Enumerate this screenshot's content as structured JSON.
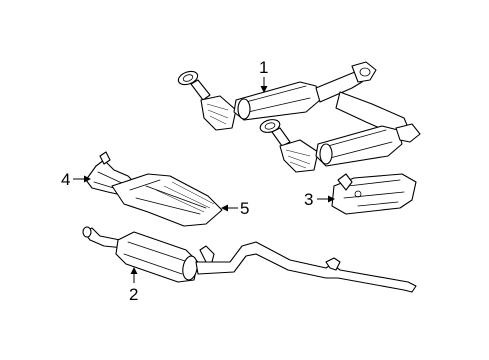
{
  "callouts": {
    "c1": "1",
    "c2": "2",
    "c3": "3",
    "c4": "4",
    "c5": "5"
  },
  "parts": [
    {
      "ref": "1",
      "icon": "catalytic-converter-assembly"
    },
    {
      "ref": "2",
      "icon": "muffler-tailpipe"
    },
    {
      "ref": "3",
      "icon": "converter-heat-shield"
    },
    {
      "ref": "4",
      "icon": "front-heat-shield-bracket"
    },
    {
      "ref": "5",
      "icon": "underbody-heat-shield"
    }
  ],
  "colors": {
    "line": "#000000",
    "background": "#ffffff"
  }
}
